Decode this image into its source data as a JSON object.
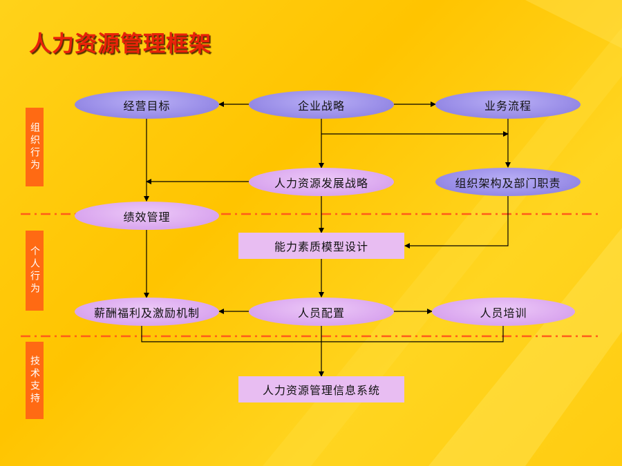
{
  "title": "人力资源管理框架",
  "side_labels": {
    "org": "组织行为",
    "individual": "个人行为",
    "tech": "技术支持"
  },
  "nodes": {
    "business_goal": "经营目标",
    "corp_strategy": "企业战略",
    "business_process": "业务流程",
    "hr_strategy": "人力资源发展战略",
    "org_structure": "组织架构及部门职责",
    "performance": "绩效管理",
    "competency_model": "能力素质模型设计",
    "compensation": "薪酬福利及激励机制",
    "staffing": "人员配置",
    "training": "人员培训",
    "hris": "人力资源管理信息系统"
  },
  "colors": {
    "title": "#e8220a",
    "side_label_bg": "#ff6a13",
    "dash_line": "#ff5a1a",
    "ellipse_blue": "#9a8ee8",
    "ellipse_lavender": "#dcaaf0",
    "rect_fill": "#e8bdf2"
  }
}
